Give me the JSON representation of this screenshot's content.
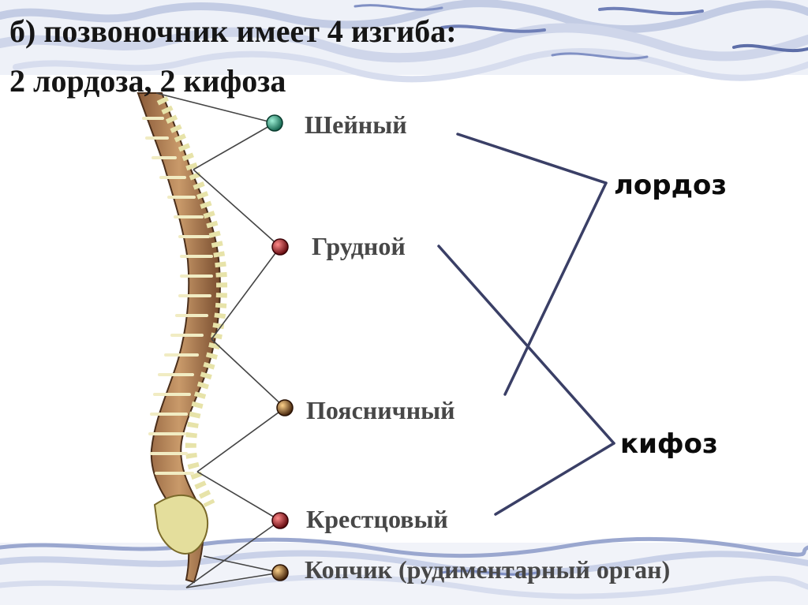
{
  "title": {
    "line1": "б) позвоночник имеет 4 изгиба:",
    "line2": "2 лордоза, 2 кифоза"
  },
  "regions": [
    {
      "label": "Шейный",
      "marker_color": "#1a9a78"
    },
    {
      "label": "Грудной",
      "marker_color": "#b0121b"
    },
    {
      "label": "Поясничный",
      "marker_color": "#c46a12"
    },
    {
      "label": "Крестцовый",
      "marker_color": "#b0121b"
    },
    {
      "label": "Копчик (рудиментарный орган)",
      "marker_color": "#c46a12"
    }
  ],
  "groups": {
    "lordosis": "лордоз",
    "kyphosis": "кифоз"
  },
  "colors": {
    "connector": "#3a3f66",
    "label": "#474747",
    "wave_band": "#bcc6e0"
  }
}
